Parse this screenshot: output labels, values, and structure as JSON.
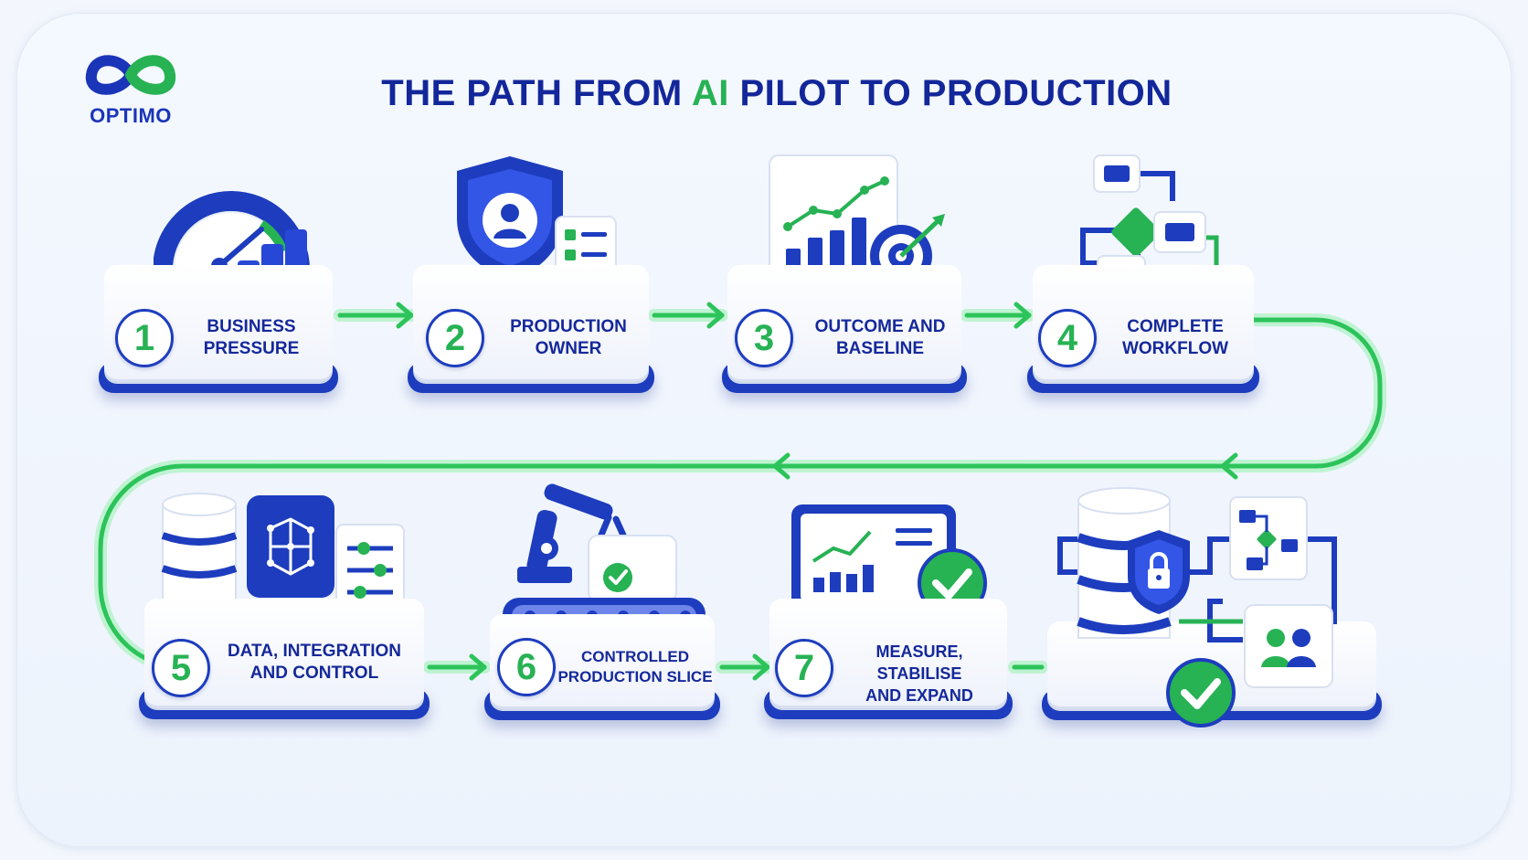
{
  "brand": {
    "name": "OPTIMO",
    "logo_icon": "infinity-icon"
  },
  "title": {
    "prefix": "THE PATH FROM ",
    "accent": "AI",
    "suffix": " PILOT TO PRODUCTION"
  },
  "colors": {
    "primary_blue": "#1d3dbe",
    "accent_green": "#27b254",
    "title_blue": "#13279a"
  },
  "steps": [
    {
      "number": "1",
      "line1": "BUSINESS",
      "line2": "PRESSURE",
      "icon": "speedometer-bar-chart-icon"
    },
    {
      "number": "2",
      "line1": "PRODUCTION",
      "line2": "OWNER",
      "icon": "shield-user-checklist-icon"
    },
    {
      "number": "3",
      "line1": "OUTCOME AND",
      "line2": "BASELINE",
      "icon": "chart-target-icon"
    },
    {
      "number": "4",
      "line1": "COMPLETE",
      "line2": "WORKFLOW",
      "icon": "workflow-diagram-icon"
    },
    {
      "number": "5",
      "line1": "DATA, INTEGRATION",
      "line2": "AND CONTROL",
      "icon": "database-ai-sliders-icon"
    },
    {
      "number": "6",
      "line1": "CONTROLLED",
      "line2": "PRODUCTION SLICE",
      "icon": "robot-arm-conveyor-icon"
    },
    {
      "number": "7",
      "line1": "MEASURE, STABILISE",
      "line2": "AND EXPAND",
      "icon": "dashboard-check-icon"
    }
  ],
  "final_stage": {
    "icon": "production-system-icon"
  }
}
